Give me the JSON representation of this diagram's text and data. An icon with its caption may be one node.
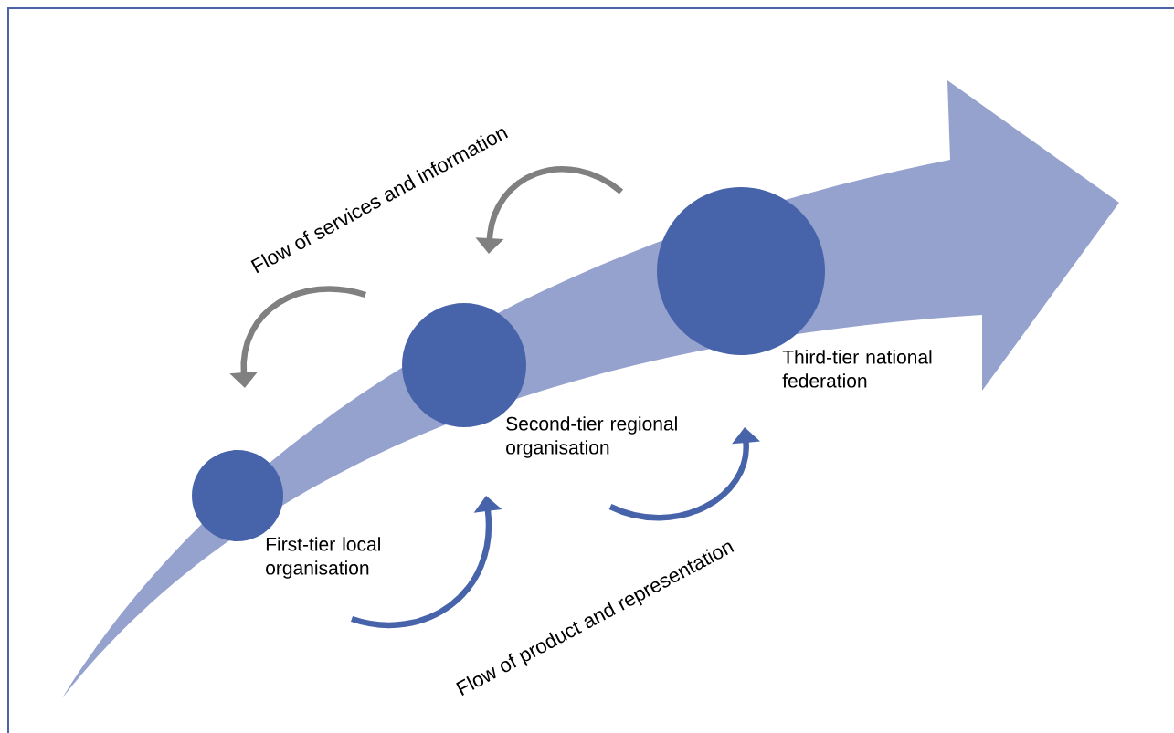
{
  "diagram": {
    "nodes": [
      {
        "text": [],
        "shape": "circle",
        "beside": [
          "First-tier local organisation"
        ]
      },
      {
        "text": [],
        "shape": "circle",
        "beside": [
          "Second-tier regional organisation"
        ]
      },
      {
        "text": [],
        "shape": "circle",
        "beside": [
          "Third-tier national federation"
        ]
      }
    ],
    "edges": [
      {
        "from": 2,
        "to": 1,
        "arrow": "to",
        "color": "#808080"
      },
      {
        "from": 1,
        "to": 0,
        "arrow": "to",
        "color": "#808080"
      },
      {
        "from": 0,
        "to": 1,
        "arrow": "to",
        "color": "#4763aa"
      },
      {
        "from": 1,
        "to": 2,
        "arrow": "to",
        "color": "#4763aa"
      }
    ],
    "labels": [
      "Flow of services and information",
      "Flow of product and representation"
    ]
  }
}
